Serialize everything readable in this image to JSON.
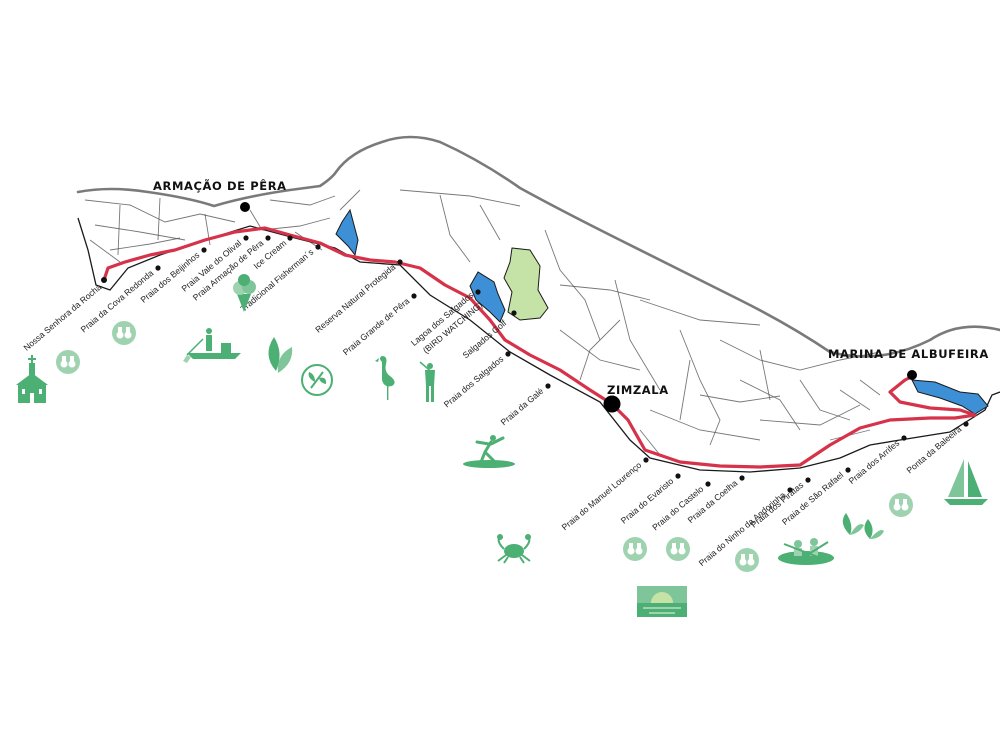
{
  "colors": {
    "route": "#d6324a",
    "coast": "#1a1a1a",
    "major_road": "#7a7a7a",
    "water": "#3d8fd6",
    "green_area": "#c5e3a6",
    "icon_green": "#4caf73",
    "icon_light": "#9fd3b0"
  },
  "towns": {
    "armacao": "ARMAÇÃO DE PÊRA",
    "zimzala": "ZIMZALA",
    "marina": "MARINA DE ALBUFEIRA"
  },
  "places": [
    "Nossa Senhora da Rocha",
    "Praia da Cova Redonda",
    "Praia dos Beijinhos",
    "Praia Vale do Olival",
    "Praia Armação de Pêra",
    "Ice Cream",
    "Tradicional Fisherman´s",
    "Reserva Natural Protegida",
    "Praia Grande de Pêra",
    "Lagoa dos Salgados",
    "(BIRD WATCHING)",
    "Salgados Golf",
    "Praia dos Salgados",
    "Praia da Galé",
    "Praia do Manuel Lourenço",
    "Praia do Evaristo",
    "Praia do Castelo",
    "Praia da Coelha",
    "Praia do Ninho da Andorinha",
    "Praia dos Piratas",
    "Praia de São Rafael",
    "Praia dos Arrifes",
    "Ponta da Baleeira"
  ],
  "icons": [
    "church-icon",
    "binoculars-icon",
    "binoculars-icon",
    "fisherman-boat-icon",
    "ice-cream-icon",
    "leaves-icon",
    "protected-nature-icon",
    "flamingo-icon",
    "golfer-icon",
    "surfer-icon",
    "crab-icon",
    "binoculars-icon",
    "binoculars-icon",
    "sunset-icon",
    "binoculars-icon",
    "kayak-icon",
    "plants-icon",
    "binoculars-icon",
    "sailboat-icon"
  ]
}
